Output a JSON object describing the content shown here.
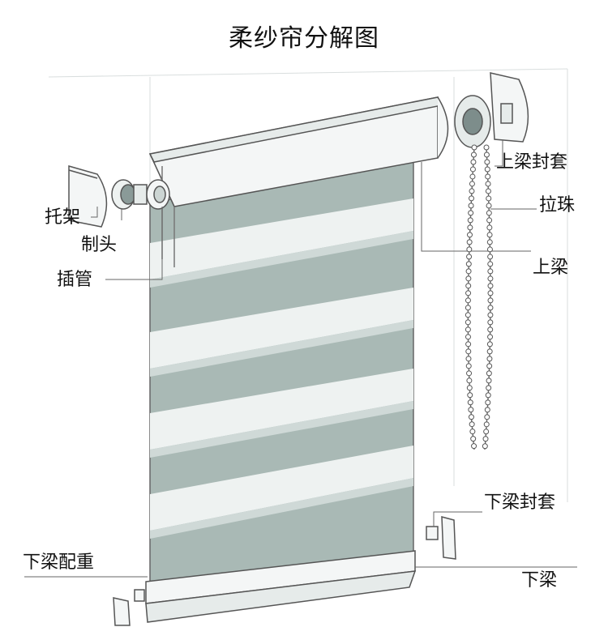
{
  "title": "柔纱帘分解图",
  "labels": {
    "bracket": "托架",
    "control_head": "制头",
    "insert_tube": "插管",
    "top_beam_end_cap": "上梁封套",
    "bead_chain": "拉珠",
    "top_beam": "上梁",
    "bottom_beam_end_cap": "下梁封套",
    "bottom_weight": "下梁配重",
    "bottom_beam": "下梁"
  },
  "colors": {
    "line": "#555555",
    "fabric_dark": "#a9b9b5",
    "fabric_light": "#eef2f1",
    "fabric_stripe": "#cfd9d7",
    "rail": "#f4f6f6"
  }
}
